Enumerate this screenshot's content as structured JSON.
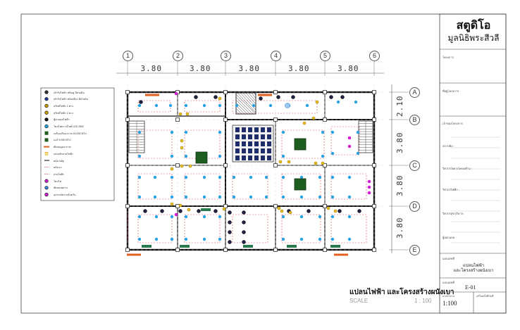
{
  "title_block": {
    "studio": "สตูดิโอ",
    "foundation": "มูลนิธิพระสีวลี",
    "field_labels": [
      "โครงการ",
      "ที่อยู่โครงการ",
      "เจ้าของโครงการ",
      "สถาปนิก :",
      "วิศวกรโยธา/โครงสร้าง :",
      "วิศวกรไฟฟ้า :",
      "วิศวกรสุขาภิบาล :",
      "ผู้ออกแบบ :"
    ],
    "sheet_label": "แบบเลขที่",
    "sheet_title_1": "แปลนไฟฟ้า",
    "sheet_title_2": "และโครงสร้างผนังเบา",
    "sheet_number_label": "แบบเลขที่",
    "sheet_number": "E-01",
    "scale_label": "มาตราส่วน",
    "date_label": "แก้ไขครั้งที่/วันที่",
    "scale": "1:100"
  },
  "plan": {
    "title": "แปลนไฟฟ้า และโครงสร้างผนังเบา",
    "scale_word": "SCALE",
    "scale_value": "1 : 100"
  },
  "grid": {
    "columns": [
      "1",
      "2",
      "3",
      "4",
      "5",
      "6"
    ],
    "rows": [
      "A",
      "B",
      "C",
      "D",
      "E"
    ],
    "column_spacings": [
      "3.80",
      "3.80",
      "3.80",
      "3.80",
      "3.80"
    ],
    "row_spacings": [
      "2.10",
      "3.80",
      "3.80",
      "3.80"
    ]
  },
  "legend": {
    "items": [
      {
        "icon": "outlet-double",
        "color": "#333333",
        "label": "เต้ารับไฟฟ้า ชนิดคู่ มีสายดิน"
      },
      {
        "icon": "outlet-single",
        "color": "#1f3a93",
        "label": "เต้ารับไฟฟ้า ชนิดเดี่ยว มีสายดิน"
      },
      {
        "icon": "switch-1",
        "color": "#c89b00",
        "label": "สวิทช์ไฟฟ้า 1 ทาง"
      },
      {
        "icon": "switch-2",
        "color": "#c89b00",
        "label": "สวิทช์ไฟฟ้า 2 ทาง"
      },
      {
        "icon": "panel",
        "color": "#111111",
        "label": "ตู้ควบคุมไฟฟ้า"
      },
      {
        "icon": "downlight",
        "color": "#29a3e0",
        "label": "โคมไฟดาวน์ไลท์ LED 25W"
      },
      {
        "icon": "air-con",
        "color": "#1d5e20",
        "label": "เครื่องปรับอากาศ 40,000 BTU"
      },
      {
        "icon": "air-con-small",
        "color": "#1d5e20",
        "label": "แอร์ 9,000 BTU"
      },
      {
        "icon": "exhaust",
        "color": "#e06020",
        "label": "พัดลมดูดอากาศ"
      },
      {
        "icon": "junction",
        "color": "#c89b00",
        "label": "กล่องพักสายไฟฟ้า"
      },
      {
        "icon": "wall-solid",
        "color": "#333333",
        "label": "ผนังก่ออิฐ"
      },
      {
        "icon": "wall-light",
        "color": "#d04040",
        "label": "ผนังเบา"
      },
      {
        "icon": "wire",
        "color": "#d04040",
        "label": "สายไฟฟ้า"
      },
      {
        "icon": "lamp",
        "color": "#d020d0",
        "label": "โคมไฟ"
      },
      {
        "icon": "ceiling-fan",
        "color": "#3a7fd0",
        "label": "พัดลมเพดาน"
      },
      {
        "icon": "smoke",
        "color": "#d020d0",
        "label": "อุปกรณ์ตรวจจับควัน"
      }
    ]
  },
  "colors": {
    "line": "#333333",
    "wall": "#111111",
    "wire": "#e04a4a",
    "light": "#29a3e0",
    "ac": "#1d5e20",
    "accent_pink": "#d020d0",
    "exhaust": "#e06020",
    "outlet": "#222244",
    "switch": "#c89b00"
  }
}
